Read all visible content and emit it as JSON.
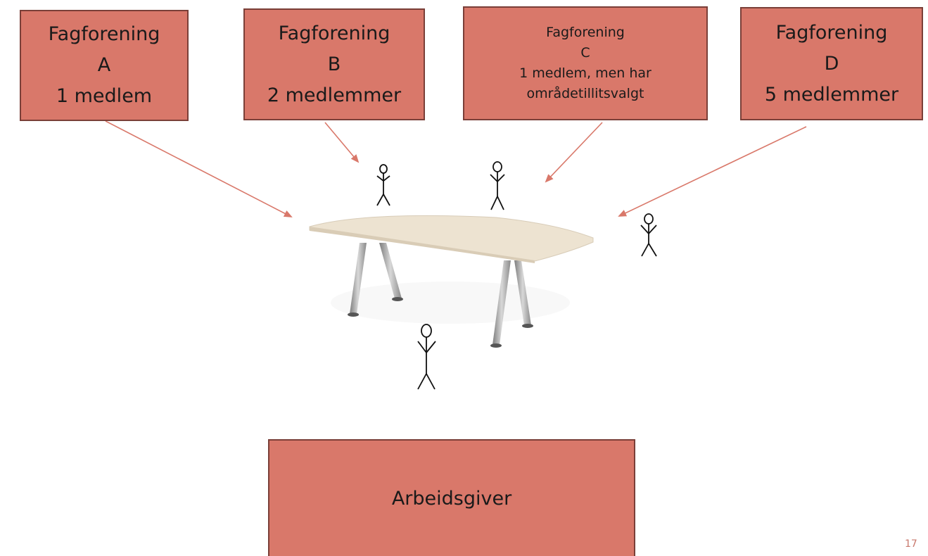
{
  "unions": [
    {
      "lines": [
        "Fagforening",
        "A",
        "1 medlem"
      ]
    },
    {
      "lines": [
        "Fagforening",
        "B",
        "2 medlemmer"
      ]
    },
    {
      "lines": [
        "Fagforening",
        "C",
        "1 medlem, men har",
        "områdetillitsvalgt"
      ]
    },
    {
      "lines": [
        "Fagforening",
        "D",
        "5 medlemmer"
      ]
    }
  ],
  "employer": {
    "label": "Arbeidsgiver"
  },
  "page_number": "17",
  "colors": {
    "box_fill": "#d9786a",
    "box_border": "#7a3f38",
    "arrow": "#d9786a",
    "table_top": "#ece3d2",
    "table_leg": "#9a9a9a"
  },
  "icons": [
    "stick-figure-icon",
    "table-icon"
  ]
}
